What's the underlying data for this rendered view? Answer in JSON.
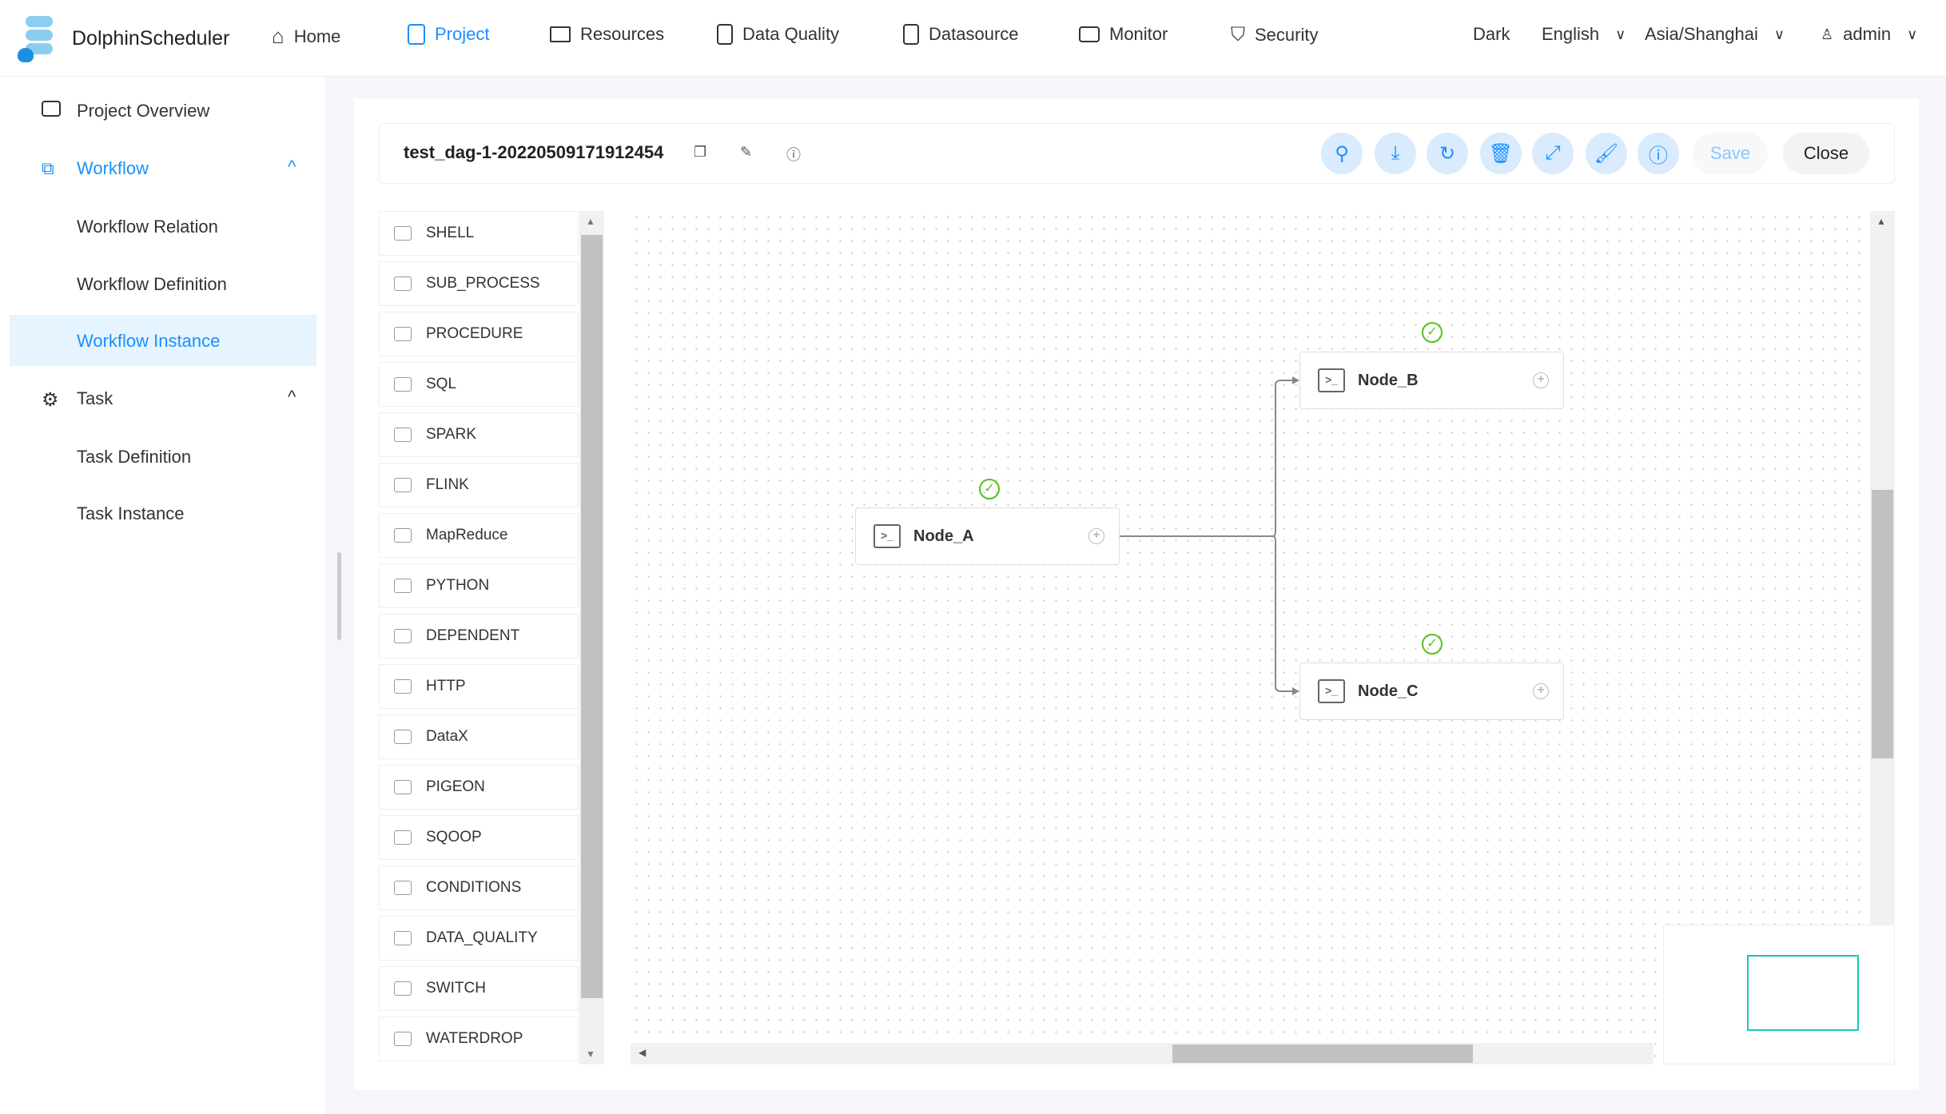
{
  "header": {
    "logo": "DolphinScheduler",
    "nav": [
      {
        "label": "Home",
        "icon": "home-icon"
      },
      {
        "label": "Project",
        "icon": "project-icon",
        "active": true
      },
      {
        "label": "Resources",
        "icon": "folder-icon"
      },
      {
        "label": "Data Quality",
        "icon": "data-quality-icon"
      },
      {
        "label": "Datasource",
        "icon": "datasource-icon"
      },
      {
        "label": "Monitor",
        "icon": "monitor-icon"
      },
      {
        "label": "Security",
        "icon": "shield-icon"
      }
    ],
    "theme": "Dark",
    "language": "English",
    "timezone": "Asia/Shanghai",
    "user": "admin"
  },
  "sidebar": {
    "items": [
      {
        "label": "Project Overview"
      },
      {
        "label": "Workflow"
      },
      {
        "label": "Workflow Relation"
      },
      {
        "label": "Workflow Definition"
      },
      {
        "label": "Workflow Instance",
        "selected": true
      },
      {
        "label": "Task"
      },
      {
        "label": "Task Definition"
      },
      {
        "label": "Task Instance"
      }
    ]
  },
  "toolbar": {
    "title": "test_dag-1-20220509171912454",
    "save": "Save",
    "close": "Close",
    "accent": "#1890ff"
  },
  "palette": [
    "SHELL",
    "SUB_PROCESS",
    "PROCEDURE",
    "SQL",
    "SPARK",
    "FLINK",
    "MapReduce",
    "PYTHON",
    "DEPENDENT",
    "HTTP",
    "DataX",
    "PIGEON",
    "SQOOP",
    "CONDITIONS",
    "DATA_QUALITY",
    "SWITCH",
    "WATERDROP"
  ],
  "nodes": [
    {
      "name": "Node_A"
    },
    {
      "name": "Node_B"
    },
    {
      "name": "Node_C"
    }
  ]
}
